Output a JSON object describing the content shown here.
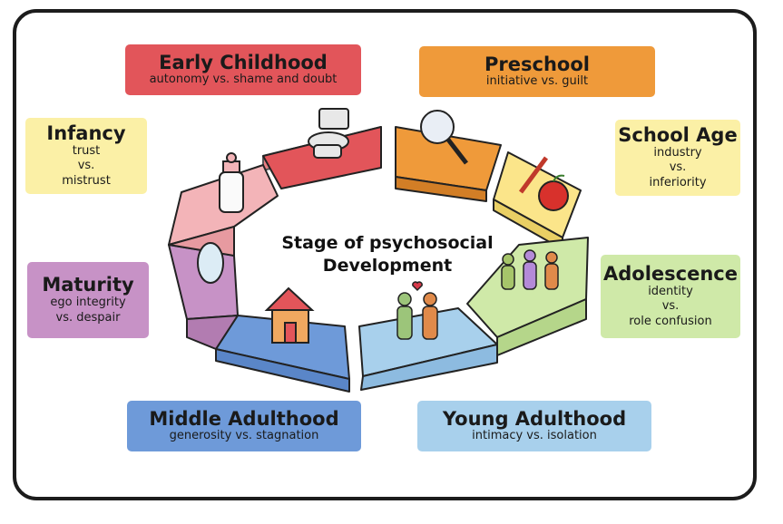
{
  "center": {
    "line1": "Stage of psychosocial",
    "line2": "Development"
  },
  "stages": {
    "infancy": {
      "title": "Infancy",
      "l1": "trust",
      "l2": "vs.",
      "l3": "mistrust",
      "color": "#fbf0a6",
      "segment": "#f3b4b8",
      "icon": "baby-bottle-icon"
    },
    "early_childhood": {
      "title": "Early Childhood",
      "sub": "autonomy vs. shame and doubt",
      "color": "#e2555a",
      "segment": "#e2555a",
      "icon": "toilet-icon"
    },
    "preschool": {
      "title": "Preschool",
      "sub": "initiative vs. guilt",
      "color": "#ef9a3a",
      "segment": "#ef9a3a",
      "icon": "magnifying-glass-icon"
    },
    "school_age": {
      "title": "School Age",
      "l1": "industry",
      "l2": "vs.",
      "l3": "inferiority",
      "color": "#fbf0a6",
      "segment": "#fbe58a",
      "icon": "apple-pencil-icon"
    },
    "adolescence": {
      "title": "Adolescence",
      "l1": "identity",
      "l2": "vs.",
      "l3": "role confusion",
      "color": "#cfe9a8",
      "segment": "#cfe9a8",
      "icon": "group-of-people-icon"
    },
    "young_adulthood": {
      "title": "Young Adulthood",
      "sub": "intimacy vs. isolation",
      "color": "#a8d0ec",
      "segment": "#a8d0ec",
      "icon": "couple-heart-icon"
    },
    "middle_adulthood": {
      "title": "Middle Adulthood",
      "sub": "generosity vs. stagnation",
      "color": "#6e9ad9",
      "segment": "#6e9ad9",
      "icon": "house-icon"
    },
    "maturity": {
      "title": "Maturity",
      "l1": "ego integrity",
      "l2": "vs. despair",
      "color": "#c792c6",
      "segment": "#c792c6",
      "icon": "mirror-icon"
    }
  }
}
